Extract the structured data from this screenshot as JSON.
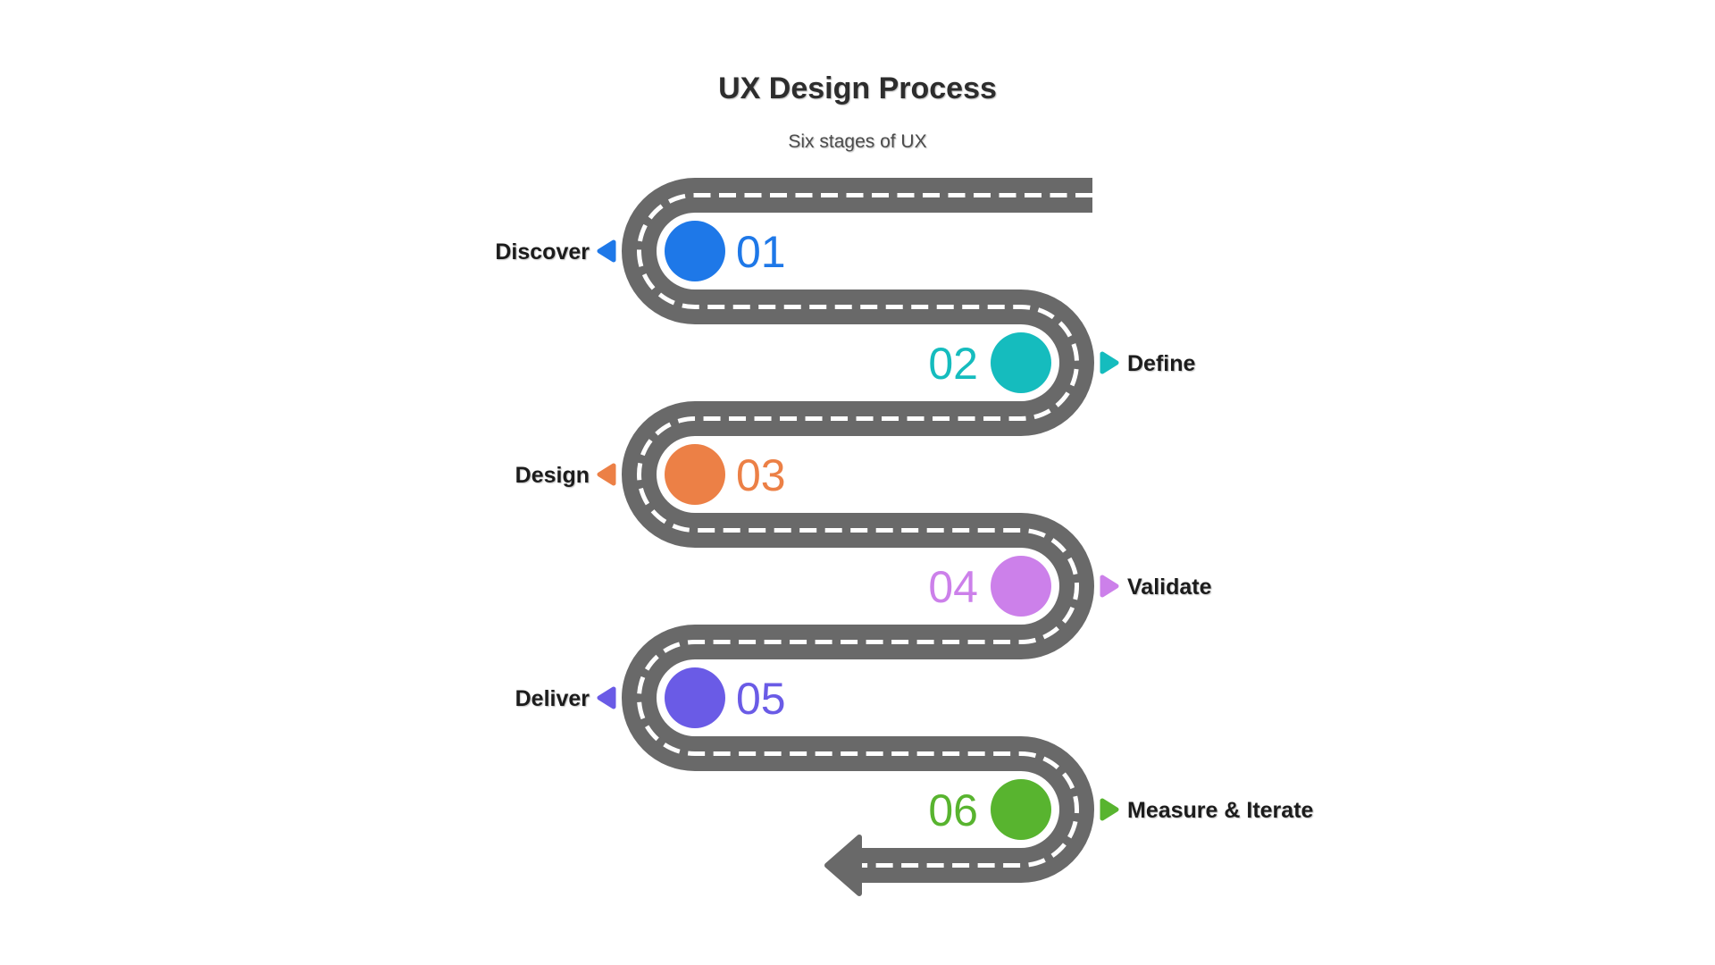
{
  "title": "UX Design Process",
  "subtitle": "Six stages of UX",
  "road": {
    "color": "#696969",
    "line_color": "#ffffff"
  },
  "stages": [
    {
      "num": "01",
      "label": "Discover",
      "color": "#1E78E8",
      "side": "left"
    },
    {
      "num": "02",
      "label": "Define",
      "color": "#15BCBE",
      "side": "right"
    },
    {
      "num": "03",
      "label": "Design",
      "color": "#EC8046",
      "side": "left"
    },
    {
      "num": "04",
      "label": "Validate",
      "color": "#CC80EA",
      "side": "right"
    },
    {
      "num": "05",
      "label": "Deliver",
      "color": "#6A5BE6",
      "side": "left"
    },
    {
      "num": "06",
      "label": "Measure & Iterate",
      "color": "#58B42F",
      "side": "right"
    }
  ]
}
